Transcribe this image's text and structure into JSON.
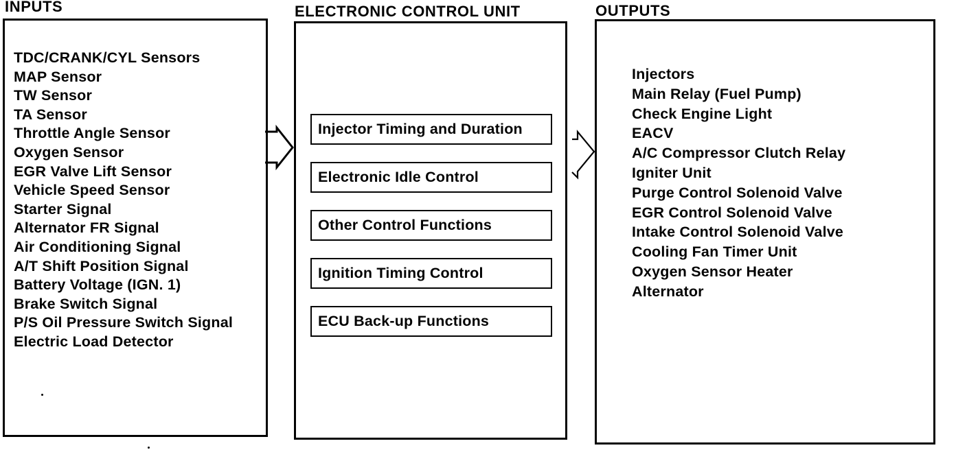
{
  "page": {
    "background_color": "#ffffff",
    "ink_color": "#030303"
  },
  "inputs": {
    "heading": "INPUTS",
    "items": [
      "TDC/CRANK/CYL Sensors",
      "MAP Sensor",
      "TW Sensor",
      "TA Sensor",
      "Throttle Angle Sensor",
      "Oxygen Sensor",
      "EGR Valve Lift Sensor",
      "Vehicle Speed Sensor",
      "Starter Signal",
      "Alternator FR Signal",
      "Air Conditioning Signal",
      "A/T Shift Position Signal",
      "Battery Voltage (IGN. 1)",
      "Brake Switch Signal",
      "P/S Oil Pressure Switch Signal",
      "Electric Load Detector"
    ]
  },
  "ecu": {
    "heading": "ELECTRONIC CONTROL UNIT",
    "functions": [
      "Injector Timing and Duration",
      "Electronic Idle Control",
      "Other Control Functions",
      "Ignition Timing Control",
      "ECU Back-up Functions"
    ]
  },
  "outputs": {
    "heading": "OUTPUTS",
    "items": [
      "Injectors",
      "Main Relay (Fuel Pump)",
      "Check Engine Light",
      "EACV",
      "A/C Compressor Clutch Relay",
      "Igniter Unit",
      "Purge Control Solenoid Valve",
      "EGR Control Solenoid Valve",
      "Intake Control Solenoid Valve",
      "Cooling Fan Timer Unit",
      "Oxygen Sensor Heater",
      "Alternator"
    ]
  },
  "arrows": [
    {
      "name": "inputs-to-ecu",
      "direction": "right"
    },
    {
      "name": "ecu-to-outputs",
      "direction": "right"
    }
  ]
}
